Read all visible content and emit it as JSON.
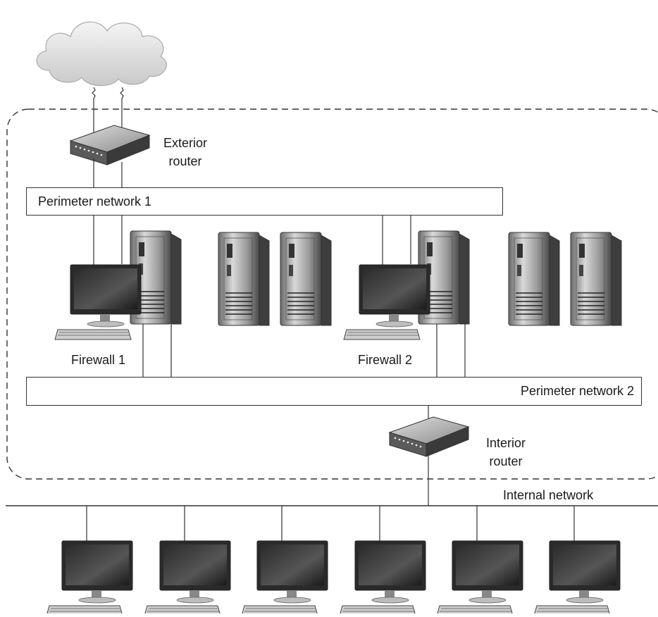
{
  "labels": {
    "exterior_router": "Exterior\nrouter",
    "interior_router": "Interior\nrouter",
    "perimeter_network_1": "Perimeter network 1",
    "perimeter_network_2": "Perimeter network 2",
    "firewall_1": "Firewall 1",
    "firewall_2": "Firewall 2",
    "internal_network": "Internal network"
  },
  "icons": {
    "internet": "cloud-icon",
    "router": "router-icon",
    "server": "server-tower-icon",
    "workstation": "monitor-keyboard-icon"
  },
  "colors": {
    "line": "#333333",
    "boundary": "#333333"
  }
}
